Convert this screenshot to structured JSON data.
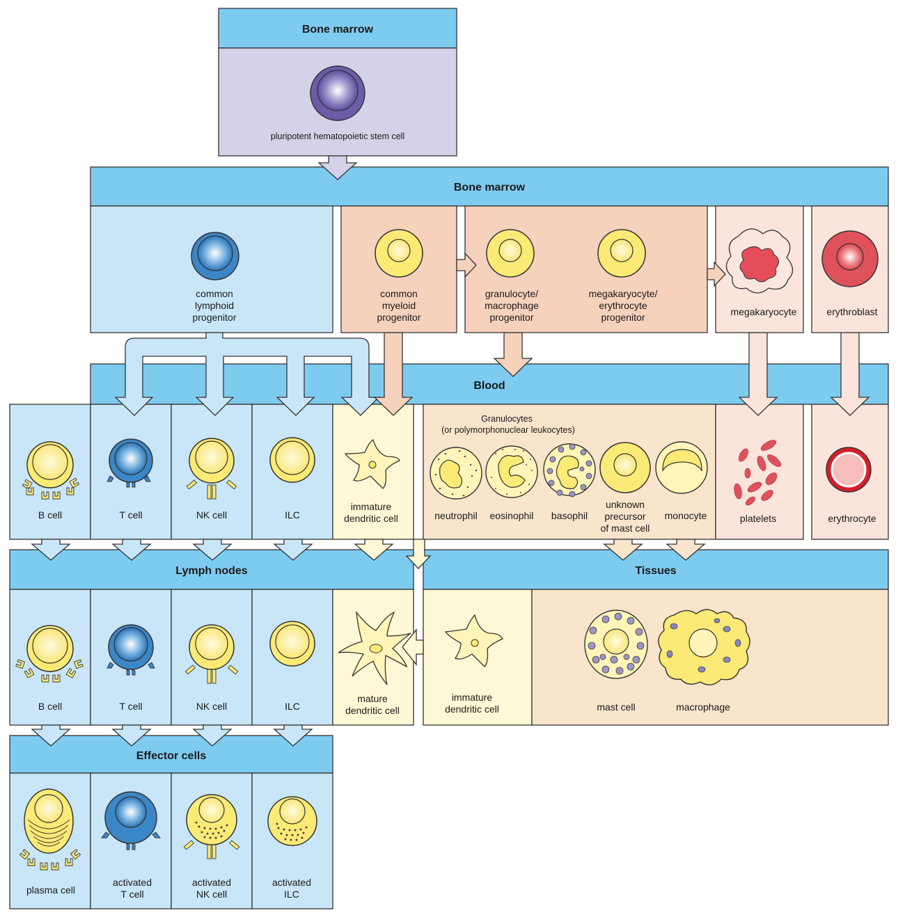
{
  "headers": {
    "bone_marrow_top": "Bone marrow",
    "bone_marrow": "Bone marrow",
    "blood": "Blood",
    "lymph_nodes": "Lymph nodes",
    "tissues": "Tissues",
    "effector_cells": "Effector cells"
  },
  "stem_cell": "pluripotent hematopoietic stem cell",
  "progenitors": {
    "lymphoid": [
      "common",
      "lymphoid",
      "progenitor"
    ],
    "myeloid": [
      "common",
      "myeloid",
      "progenitor"
    ],
    "gm": [
      "granulocyte/",
      "macrophage",
      "progenitor"
    ],
    "me": [
      "megakaryocyte/",
      "erythrocyte",
      "progenitor"
    ],
    "megakaryocyte": "megakaryocyte",
    "erythroblast": "erythroblast"
  },
  "blood_cells": {
    "b_cell": "B cell",
    "t_cell": "T cell",
    "nk_cell": "NK cell",
    "ilc": "ILC",
    "immature_dc": [
      "immature",
      "dendritic cell"
    ],
    "granulocytes_title": [
      "Granulocytes",
      "(or polymorphonuclear leukocytes)"
    ],
    "neutrophil": "neutrophil",
    "eosinophil": "eosinophil",
    "basophil": "basophil",
    "mast_precursor": [
      "unknown",
      "precursor",
      "of mast cell"
    ],
    "monocyte": "monocyte",
    "platelets": "platelets",
    "erythrocyte": "erythrocyte"
  },
  "lymph_cells": {
    "b_cell": "B cell",
    "t_cell": "T cell",
    "nk_cell": "NK cell",
    "ilc": "ILC",
    "mature_dc": [
      "mature",
      "dendritic cell"
    ]
  },
  "tissue_cells": {
    "immature_dc": [
      "immature",
      "dendritic cell"
    ],
    "mast_cell": "mast cell",
    "macrophage": "macrophage"
  },
  "effector": {
    "plasma_cell": "plasma cell",
    "activated_t": [
      "activated",
      "T cell"
    ],
    "activated_nk": [
      "activated",
      "NK cell"
    ],
    "activated_ilc": [
      "activated",
      "ILC"
    ]
  },
  "colors": {
    "header_blue": "#7ecbf0",
    "panel_blue": "#c9e6f8",
    "panel_purple": "#d3d2e8",
    "panel_salmon": "#f6d1bc",
    "panel_pink": "#fae4dc",
    "panel_yellow": "#fff8d6",
    "panel_peach": "#f9e4cc",
    "yellow_cell": "#fbea75",
    "blue_cell": "#3b86c6",
    "purple_cell": "#6b5ba8",
    "red_cell": "#e0525a"
  }
}
